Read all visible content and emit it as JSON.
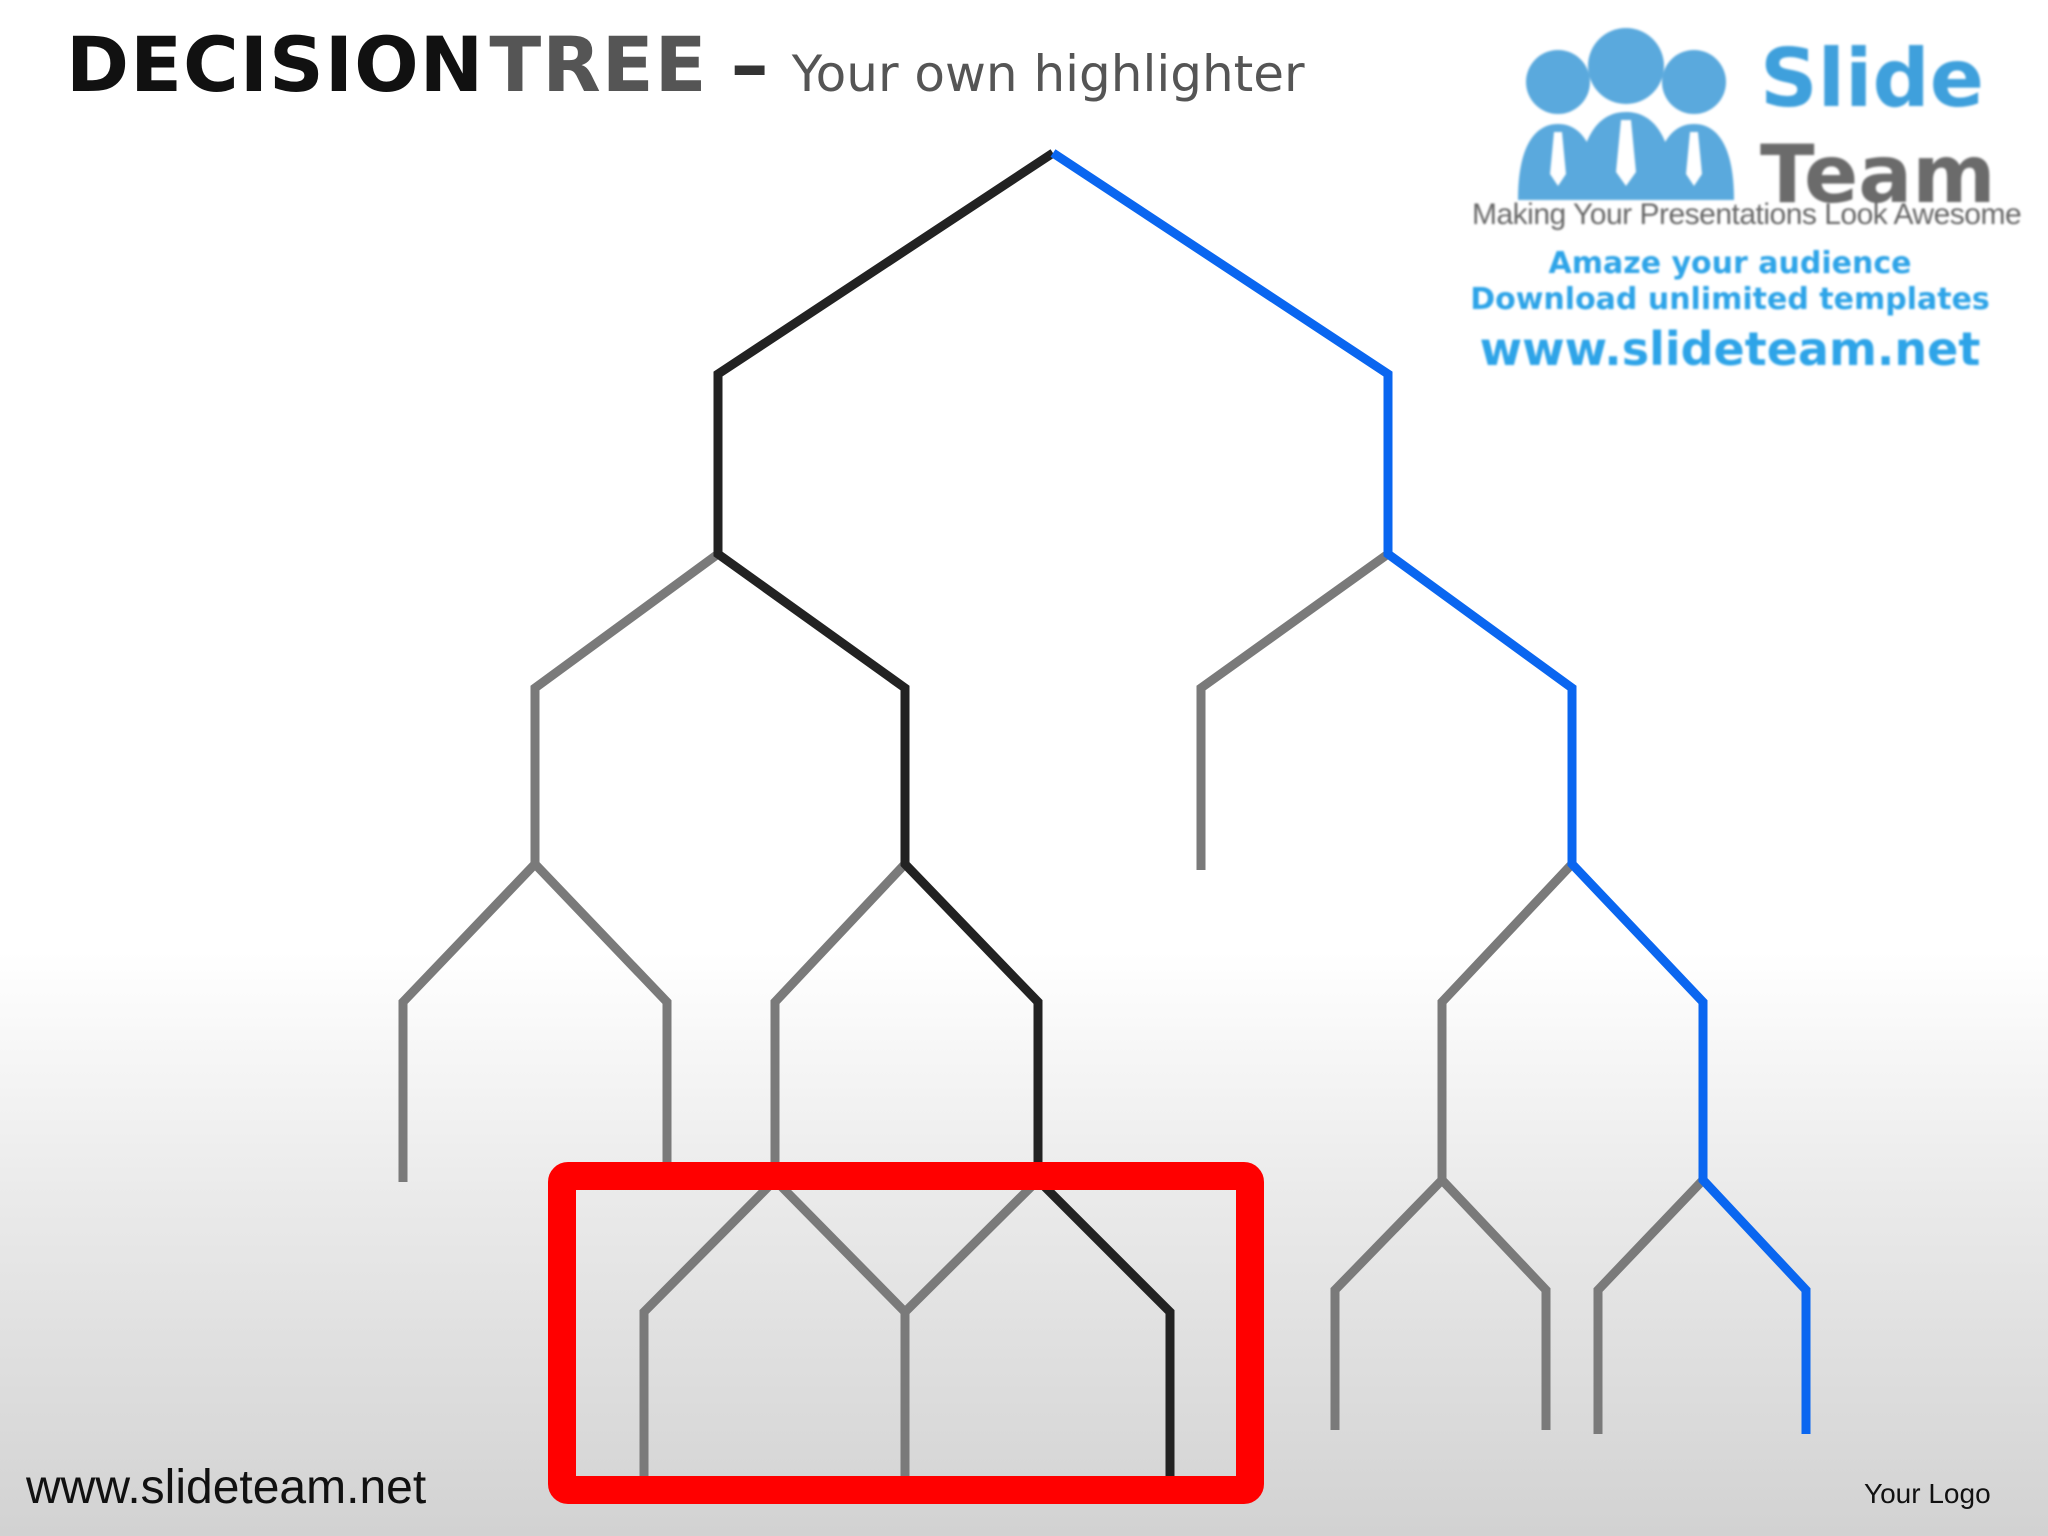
{
  "title": {
    "main_bold": "DECISION",
    "main_gray": "TREE",
    "dash": "–",
    "subtitle": "Your own highlighter"
  },
  "brand": {
    "name_line1": "Slide",
    "name_line2": "Team",
    "tagline": "Making Your Presentations Look Awesome",
    "promo_line1": "Amaze your audience",
    "promo_line2": "Download unlimited templates",
    "promo_url": "www.slideteam.net"
  },
  "footer": {
    "url": "www.slideteam.net",
    "logo_placeholder": "Your Logo"
  },
  "colors": {
    "highlight_path": "#0a66f0",
    "dark_path": "#222222",
    "default_branch": "#7a7a7a",
    "highlighter_box": "#ff0000",
    "brand_blue": "#3fa0dc"
  }
}
